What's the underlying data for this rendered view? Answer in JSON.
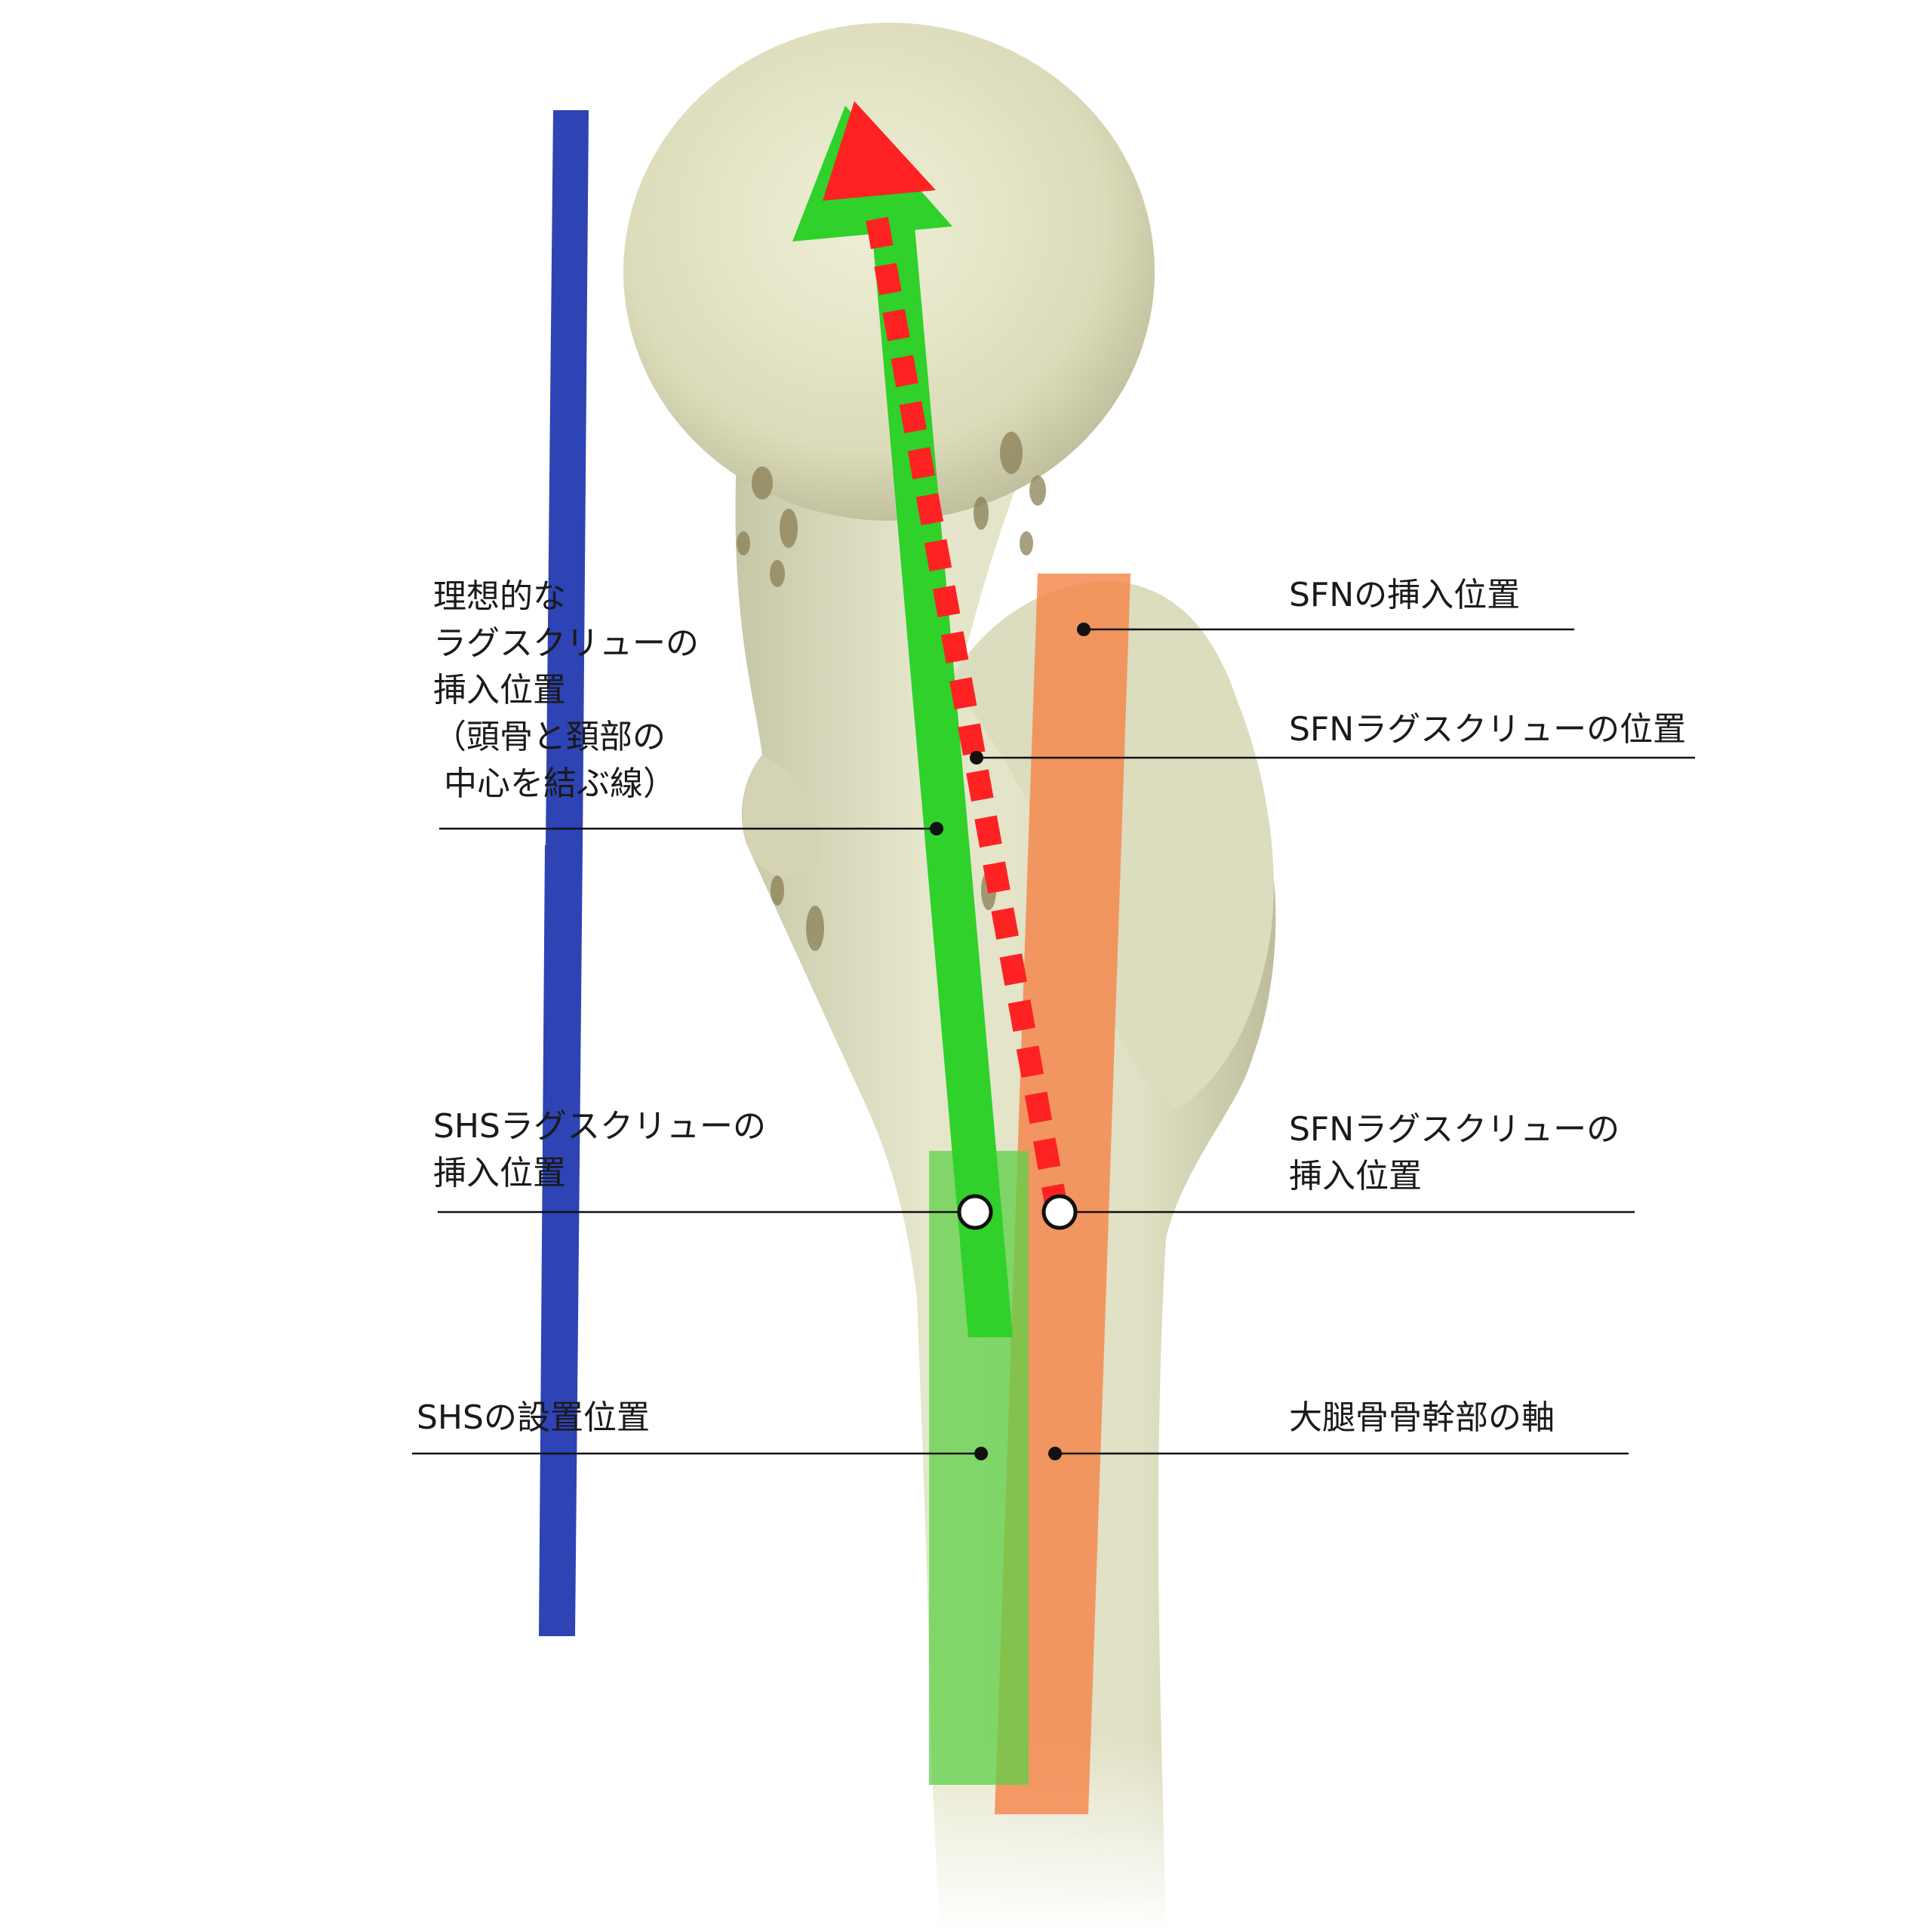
{
  "colors": {
    "background": "#ffffff",
    "bone": "#e2e2c2",
    "bone_shadow": "#b9b99a",
    "bone_cavity": "#8a7f55",
    "blue_bar": "#2e43b4",
    "green_arrow": "#2fd12a",
    "red_arrow": "#ff2222",
    "orange_band": "#f5854a",
    "green_band": "#5fd048",
    "leader_line": "#111111"
  },
  "labels": {
    "ideal_lag_screw": [
      "理想的な",
      "ラグスクリューの",
      "挿入位置",
      "（頭骨と頚部の",
      " 中心を結ぶ線）"
    ],
    "sfn_insertion": [
      "SFNの挿入位置"
    ],
    "sfn_lag_position": [
      "SFNラグスクリューの位置"
    ],
    "shs_lag_insertion": [
      "SHSラグスクリューの",
      "挿入位置"
    ],
    "sfn_lag_insertion": [
      "SFNラグスクリューの",
      "挿入位置"
    ],
    "shs_placement": [
      "SHSの設置位置"
    ],
    "femoral_shaft_axis": [
      "大腿骨骨幹部の軸"
    ]
  }
}
